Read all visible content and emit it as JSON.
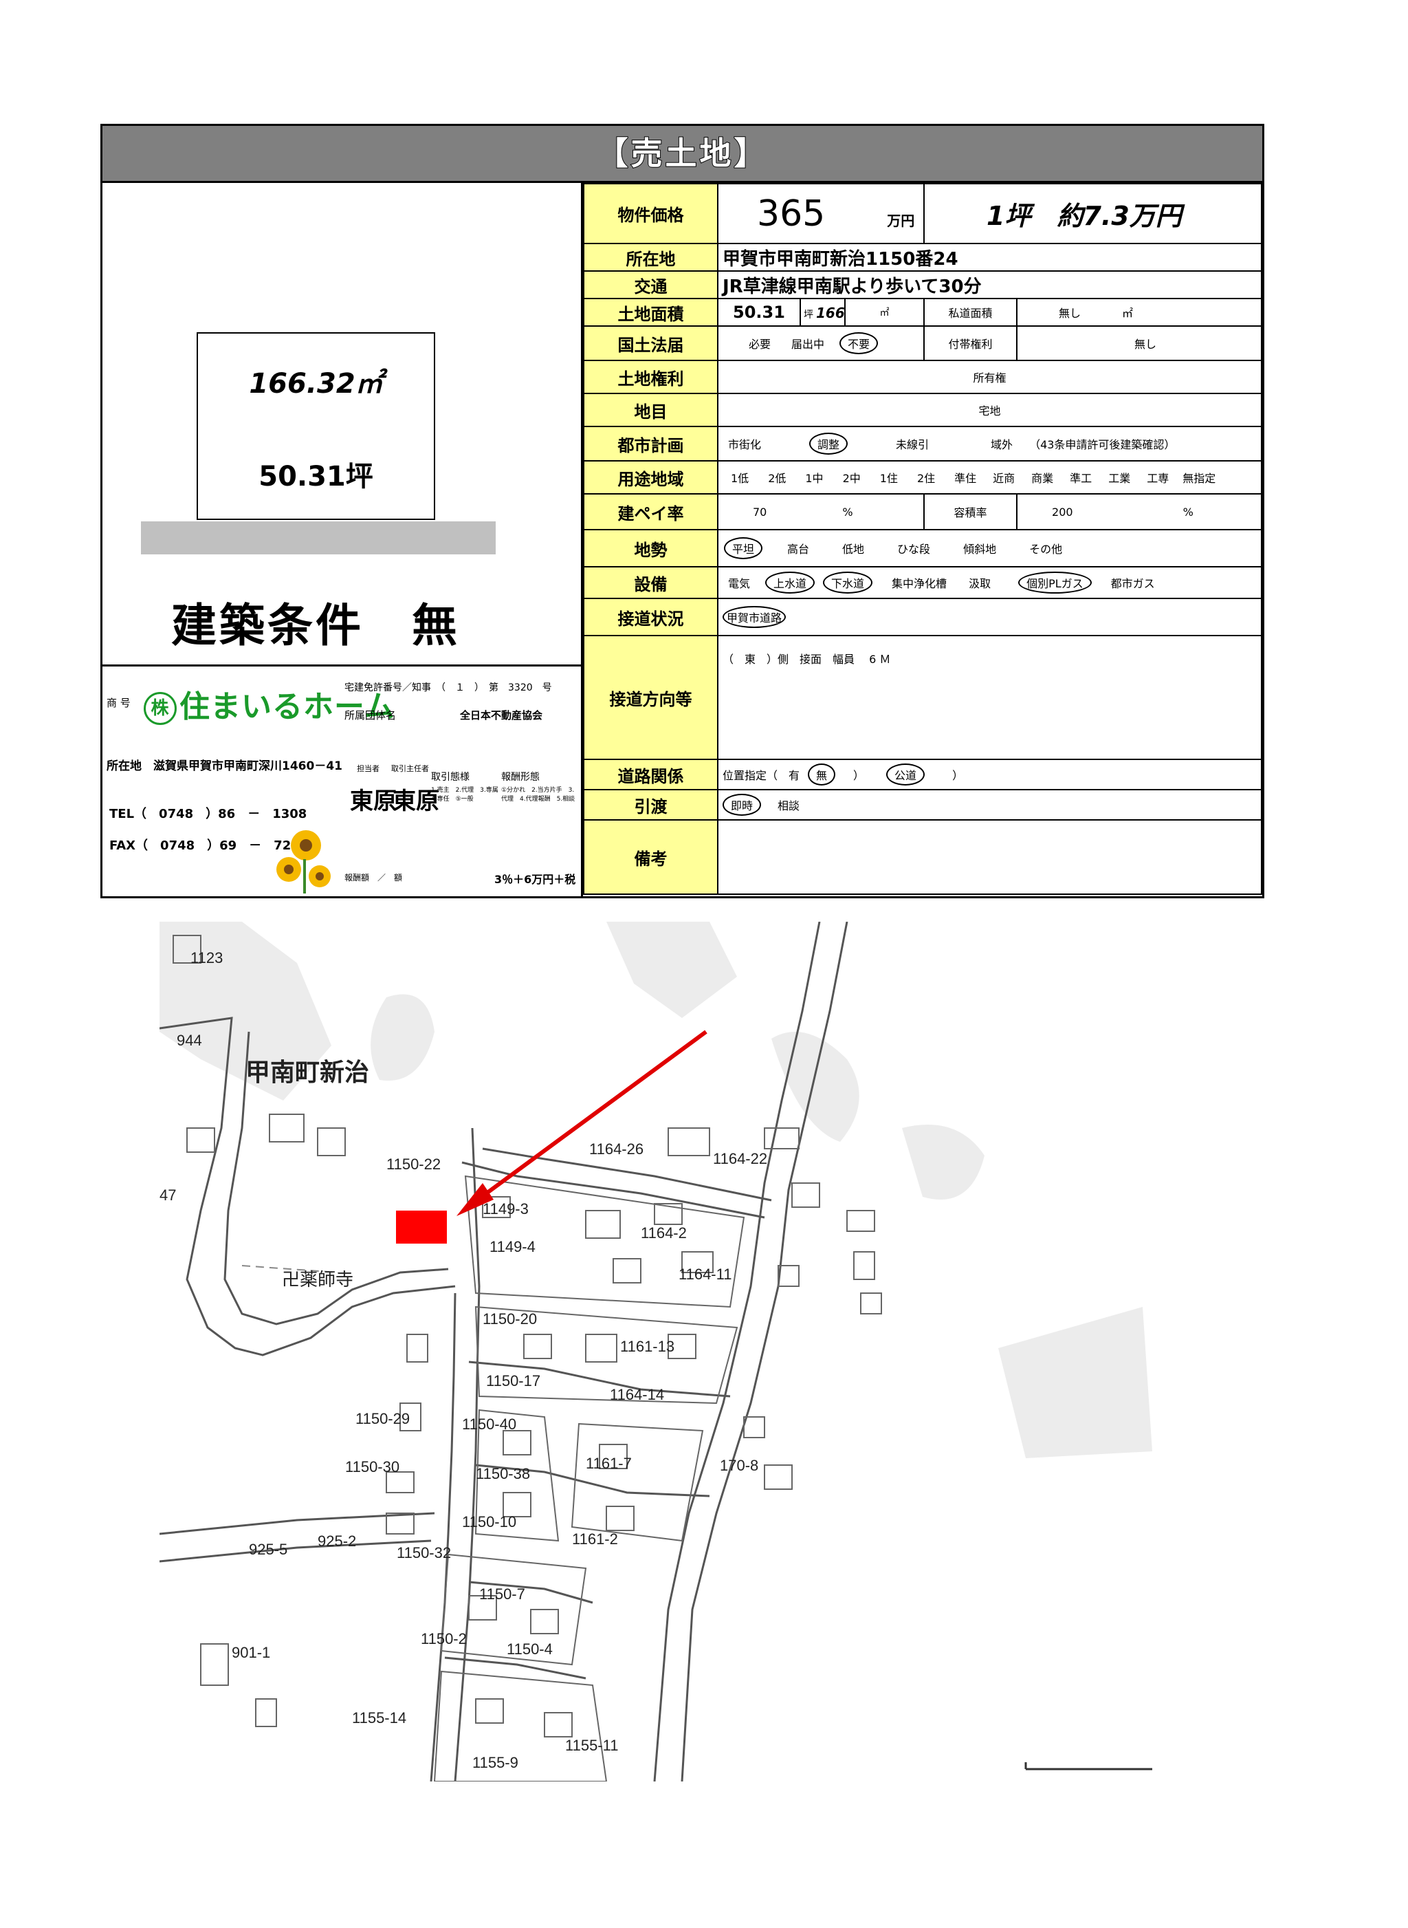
{
  "banner": "【売土地】",
  "plot": {
    "area_sqm": "166.32㎡",
    "area_tsubo": "50.31坪"
  },
  "condition": "建築条件　無",
  "company": {
    "shogo_label": "商 号",
    "name": "住まいるホーム",
    "kabu": "株",
    "license": "宅建免許番号／知事　（　１　）　第　3320　号",
    "assoc_label": "所属団体名",
    "assoc": "全日本不動産協会",
    "address": "所在地　滋賀県甲賀市甲南町深川1460－41",
    "tel": "TEL（　0748　）86　－　1308",
    "fax": "FAX（　0748　）69　－　7253",
    "rep_label": "担当者",
    "rep": "東原",
    "chief_label": "取引主任者",
    "chief": "東原",
    "torihiki": "取引態様",
    "torihiki_opts": "1.売主　2.代理　3.専属　4.専任　⑤一般",
    "houshu": "報酬形態",
    "houshu_opts": "①分かれ　2.当方片手　3.代理　4.代理報酬　5.相談",
    "fee_label": "報酬額　／　額",
    "fee": "3％＋6万円＋税"
  },
  "table": {
    "price_label": "物件価格",
    "price": "365",
    "price_unit": "万円",
    "per_tsubo": "1坪　約7.3万円",
    "loc_label": "所在地",
    "loc": "甲賀市甲南町新治1150番24",
    "access_label": "交通",
    "access": "JR草津線甲南駅より歩いて30分",
    "land_label": "土地面積",
    "land_tsubo": "50.31",
    "tsubo_unit": "坪",
    "land_sqm": "166.32",
    "sqm_unit": "㎡",
    "private_road_label": "私道面積",
    "private_road": "無し",
    "private_road_unit": "㎡",
    "kokudo_label": "国土法届",
    "kokudo_1": "必要",
    "kokudo_2": "届出中",
    "kokudo_3": "不要",
    "futai_label": "付帯権利",
    "futai": "無し",
    "right_label": "土地権利",
    "right": "所有権",
    "chimoku_label": "地目",
    "chimoku": "宅地",
    "city_label": "都市計画",
    "city_1": "市街化",
    "city_2": "調整",
    "city_3": "未線引",
    "city_4": "域外",
    "city_5": "（43条申請許可後建築確認）",
    "youto_label": "用途地域",
    "youto": [
      "1低",
      "2低",
      "1中",
      "2中",
      "1住",
      "2住",
      "準住",
      "近商",
      "商業",
      "準工",
      "工業",
      "工専",
      "無指定"
    ],
    "kenpei_label": "建ペイ率",
    "kenpei": "70",
    "pct": "%",
    "youseki_label": "容積率",
    "youseki": "200",
    "chisei_label": "地勢",
    "chisei": [
      "平坦",
      "高台",
      "低地",
      "ひな段",
      "傾斜地",
      "その他"
    ],
    "setsubi_label": "設備",
    "setsubi": [
      "電気",
      "上水道",
      "下水道",
      "集中浄化槽",
      "汲取",
      "個別PLガス",
      "都市ガス"
    ],
    "road_label": "接道状況",
    "road": "甲賀市道路",
    "dir_label": "接道方向等",
    "dir": "（　東　）側　接面　幅員　 6 Ｍ",
    "kankei_label": "道路関係",
    "kankei_1": "位置指定（　有",
    "kankei_2": "無",
    "kankei_3": "）",
    "kankei_4": "公道",
    "kankei_5": "）",
    "hikiwatashi_label": "引渡",
    "hikiwatashi_1": "即時",
    "hikiwatashi_2": "相談",
    "biko_label": "備考"
  },
  "map": {
    "place": "甲南町新治",
    "temple": "卍薬師寺",
    "lots": [
      "1123",
      "944",
      "47",
      "1150-22",
      "1149-3",
      "1149-4",
      "1164-26",
      "1164-22",
      "1164-2",
      "1164-11",
      "1150-20",
      "1161-13",
      "1150-17",
      "1164-14",
      "1150-29",
      "1150-40",
      "1150-38",
      "1150-30",
      "1161-7",
      "170-8",
      "1150-10",
      "1161-2",
      "925-5",
      "925-2",
      "1150-32",
      "1150-7",
      "1150-2",
      "1150-4",
      "901-1",
      "1155-14",
      "1155-11",
      "1155-9"
    ]
  }
}
